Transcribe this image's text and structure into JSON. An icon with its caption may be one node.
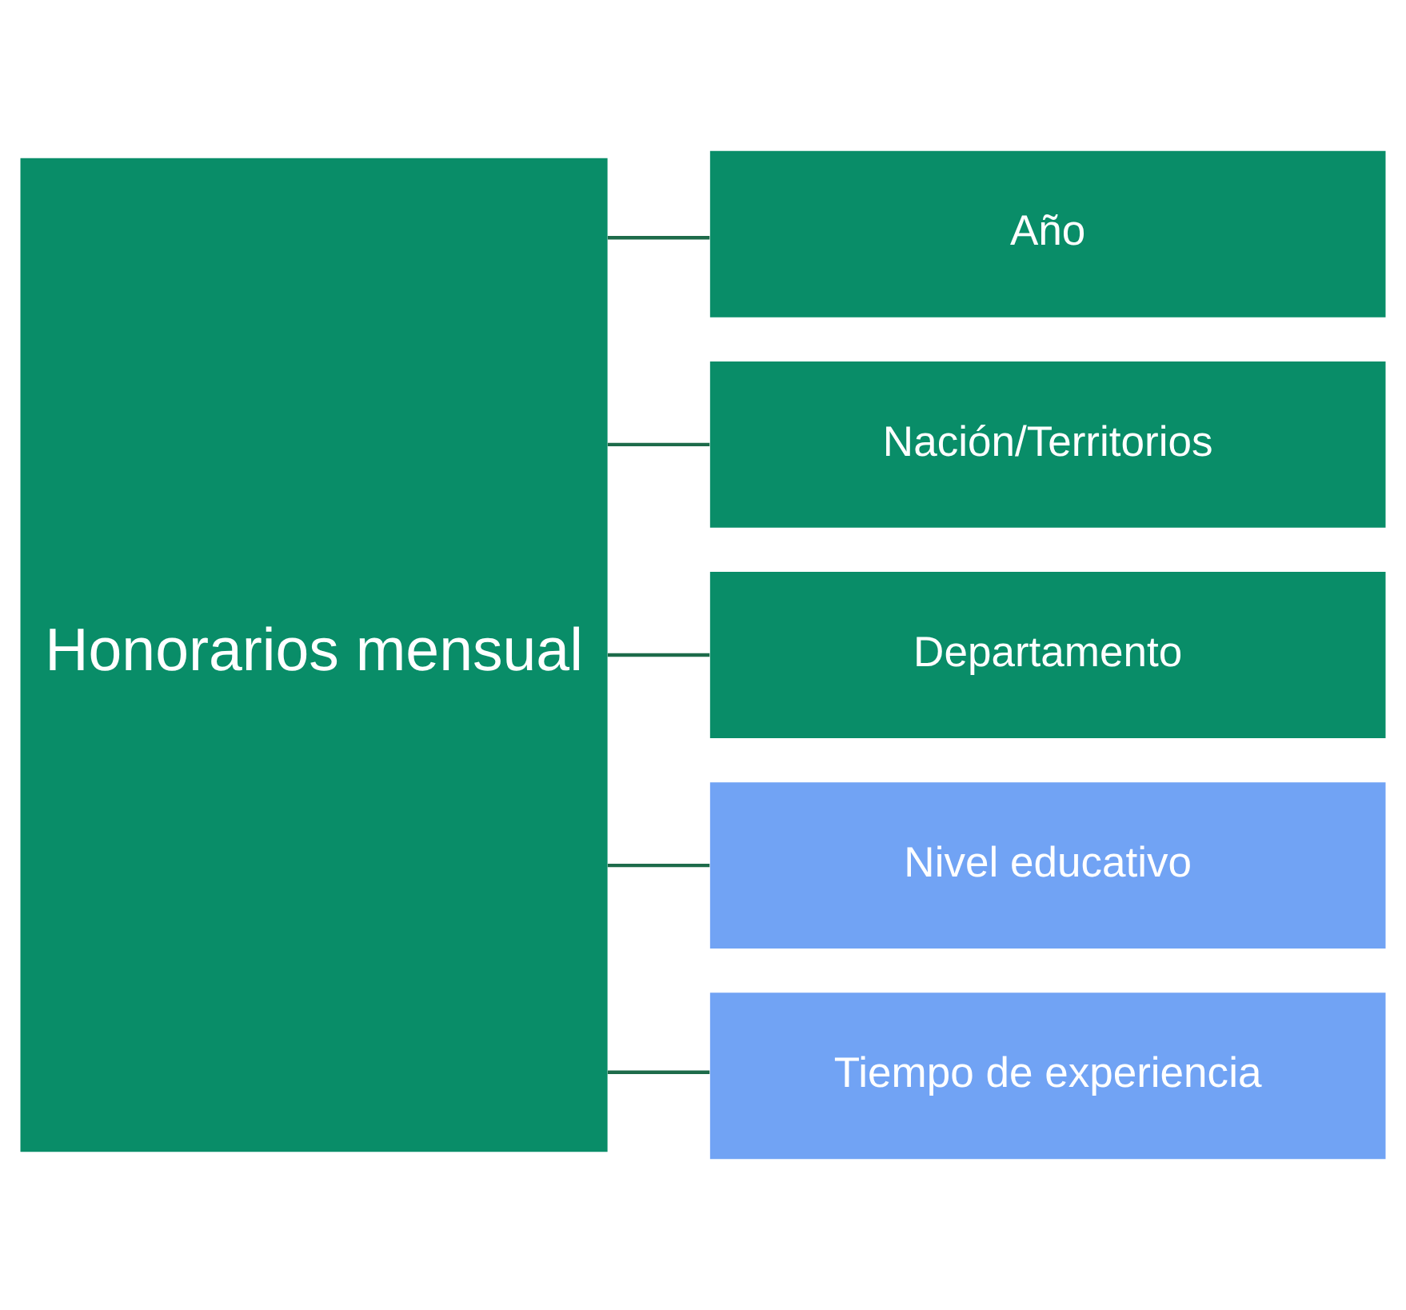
{
  "diagram": {
    "nodes": [
      {
        "text": [
          "Honorarios mensual"
        ]
      },
      {
        "text": [
          "Año"
        ]
      },
      {
        "text": [
          "Nación/Territorios"
        ]
      },
      {
        "text": [
          "Departamento"
        ]
      },
      {
        "text": [
          "Nivel educativo"
        ]
      },
      {
        "text": [
          "Tiempo de experiencia"
        ]
      }
    ],
    "edges": [
      {
        "from": 0,
        "to": 1,
        "arrow": "none"
      },
      {
        "from": 0,
        "to": 2,
        "arrow": "none"
      },
      {
        "from": 0,
        "to": 3,
        "arrow": "none"
      },
      {
        "from": 0,
        "to": 4,
        "arrow": "none"
      },
      {
        "from": 0,
        "to": 5,
        "arrow": "none"
      }
    ]
  }
}
